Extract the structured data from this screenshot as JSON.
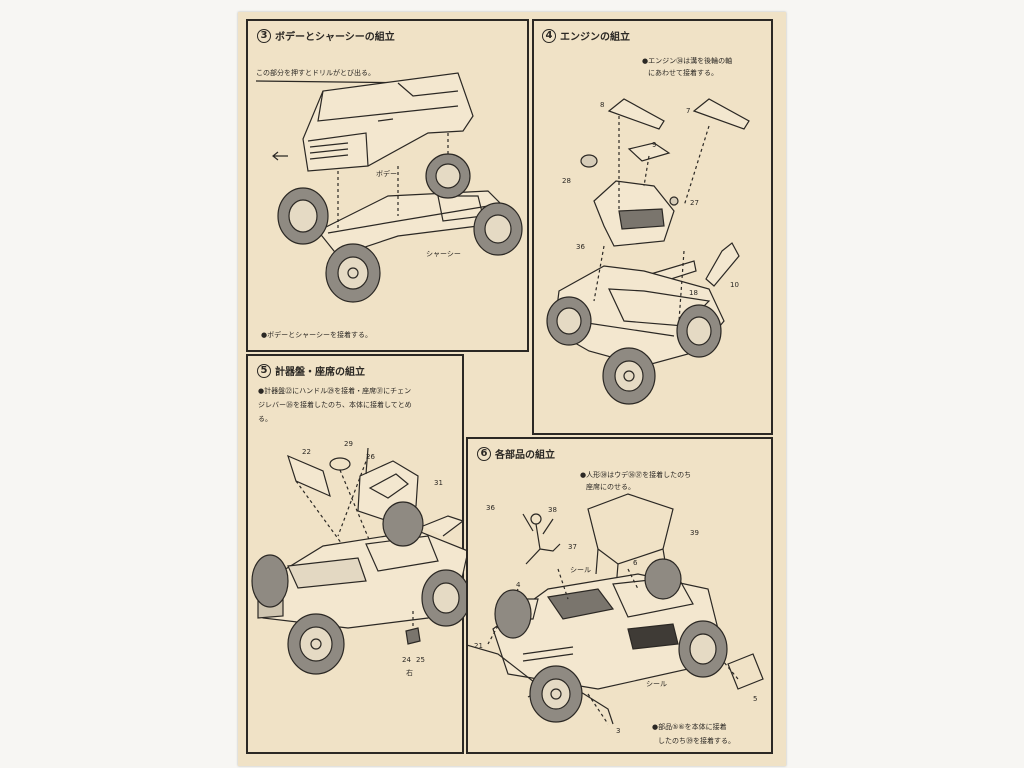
{
  "panels": {
    "p3": {
      "number": "3",
      "title": "ボデーとシャーシーの組立",
      "callout": "この部分を押すとドリルがとび出る。",
      "label_body": "ボデー",
      "label_chassis": "シャーシー",
      "instruction": "●ボデーとシャーシーを接着する。"
    },
    "p4": {
      "number": "4",
      "title": "エンジンの組立",
      "instruction_line1": "●エンジン㉞は溝を後輪の軸",
      "instruction_line2": "にあわせて接着する。",
      "parts": [
        "8",
        "7",
        "9",
        "28",
        "27",
        "36",
        "18",
        "10"
      ]
    },
    "p5": {
      "number": "5",
      "title": "計器盤・座席の組立",
      "instruction_line1": "●計器盤㉒にハンドル㉙を接着・座席㉛にチェン",
      "instruction_line2": "ジレバー㉖を接着したのち、本体に接着してとめ",
      "instruction_line3": "る。",
      "parts": [
        "22",
        "29",
        "26",
        "31",
        "24",
        "25"
      ],
      "label_right": "右"
    },
    "p6": {
      "number": "6",
      "title": "各部品の組立",
      "instruction_line1": "●人形㊳はウデ㊱㊲を接着したのち",
      "instruction_line2": "座席にのせる。",
      "label_seal_top": "シール",
      "label_seal_bottom": "シール",
      "parts": [
        "36",
        "38",
        "37",
        "39",
        "6",
        "4",
        "21",
        "5",
        "3"
      ],
      "footer_line1": "●部品⑤⑥を本体に接着",
      "footer_line2": "したのち㊴を接着する。"
    }
  },
  "colors": {
    "paper": "#f0e2c6",
    "ink": "#2b2824",
    "background": "#f7f6f3"
  }
}
